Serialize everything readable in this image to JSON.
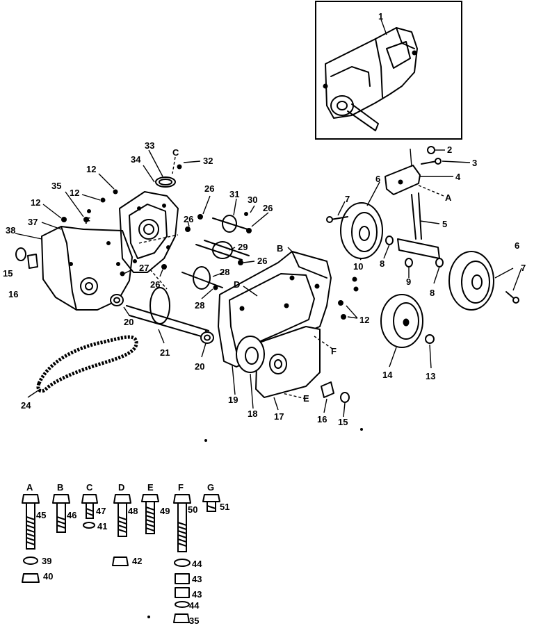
{
  "callouts": [
    {
      "id": "c-1",
      "text": "1"
    },
    {
      "id": "c-2",
      "text": "2"
    },
    {
      "id": "c-3",
      "text": "3"
    },
    {
      "id": "c-4",
      "text": "4"
    },
    {
      "id": "c-A1",
      "text": "A"
    },
    {
      "id": "c-5",
      "text": "5"
    },
    {
      "id": "c-6a",
      "text": "6"
    },
    {
      "id": "c-6b",
      "text": "6"
    },
    {
      "id": "c-7a",
      "text": "7"
    },
    {
      "id": "c-7b",
      "text": "7"
    },
    {
      "id": "c-8a",
      "text": "8"
    },
    {
      "id": "c-8b",
      "text": "8"
    },
    {
      "id": "c-9",
      "text": "9"
    },
    {
      "id": "c-10",
      "text": "10"
    },
    {
      "id": "c-12a",
      "text": "12"
    },
    {
      "id": "c-12b",
      "text": "12"
    },
    {
      "id": "c-12c",
      "text": "12"
    },
    {
      "id": "c-12d",
      "text": "12"
    },
    {
      "id": "c-13",
      "text": "13"
    },
    {
      "id": "c-14",
      "text": "14"
    },
    {
      "id": "c-15a",
      "text": "15"
    },
    {
      "id": "c-15b",
      "text": "15"
    },
    {
      "id": "c-16a",
      "text": "16"
    },
    {
      "id": "c-16b",
      "text": "16"
    },
    {
      "id": "c-17",
      "text": "17"
    },
    {
      "id": "c-18",
      "text": "18"
    },
    {
      "id": "c-19",
      "text": "19"
    },
    {
      "id": "c-20a",
      "text": "20"
    },
    {
      "id": "c-20b",
      "text": "20"
    },
    {
      "id": "c-21",
      "text": "21"
    },
    {
      "id": "c-24",
      "text": "24"
    },
    {
      "id": "c-26a",
      "text": "26"
    },
    {
      "id": "c-26b",
      "text": "26"
    },
    {
      "id": "c-26c",
      "text": "26"
    },
    {
      "id": "c-26d",
      "text": "26"
    },
    {
      "id": "c-26e",
      "text": "26"
    },
    {
      "id": "c-27",
      "text": "27"
    },
    {
      "id": "c-28a",
      "text": "28"
    },
    {
      "id": "c-28b",
      "text": "28"
    },
    {
      "id": "c-29",
      "text": "29"
    },
    {
      "id": "c-30",
      "text": "30"
    },
    {
      "id": "c-31",
      "text": "31"
    },
    {
      "id": "c-32",
      "text": "32"
    },
    {
      "id": "c-33",
      "text": "33"
    },
    {
      "id": "c-34",
      "text": "34"
    },
    {
      "id": "c-35a",
      "text": "35"
    },
    {
      "id": "c-37",
      "text": "37"
    },
    {
      "id": "c-38",
      "text": "38"
    },
    {
      "id": "c-C1",
      "text": "C"
    },
    {
      "id": "c-F1",
      "text": "F"
    },
    {
      "id": "c-B1",
      "text": "B"
    },
    {
      "id": "c-D1",
      "text": "D"
    },
    {
      "id": "c-E1",
      "text": "E"
    },
    {
      "id": "c-F2",
      "text": "F"
    }
  ],
  "hardware": [
    {
      "letter": "A",
      "bolt": "45"
    },
    {
      "letter": "B",
      "bolt": "46"
    },
    {
      "letter": "C",
      "bolt": "47"
    },
    {
      "letter": "D",
      "bolt": "48"
    },
    {
      "letter": "E",
      "bolt": "49"
    },
    {
      "letter": "F",
      "bolt": "50"
    },
    {
      "letter": "G",
      "bolt": "51"
    }
  ],
  "hardware_extras": {
    "c_washer": "41",
    "a_washer": "39",
    "a_nut": "40",
    "d_nut": "42",
    "f_washer_top": "44",
    "f_spacer_1": "43",
    "f_spacer_2": "43",
    "f_washer_bottom": "44",
    "f_nut": "35"
  }
}
